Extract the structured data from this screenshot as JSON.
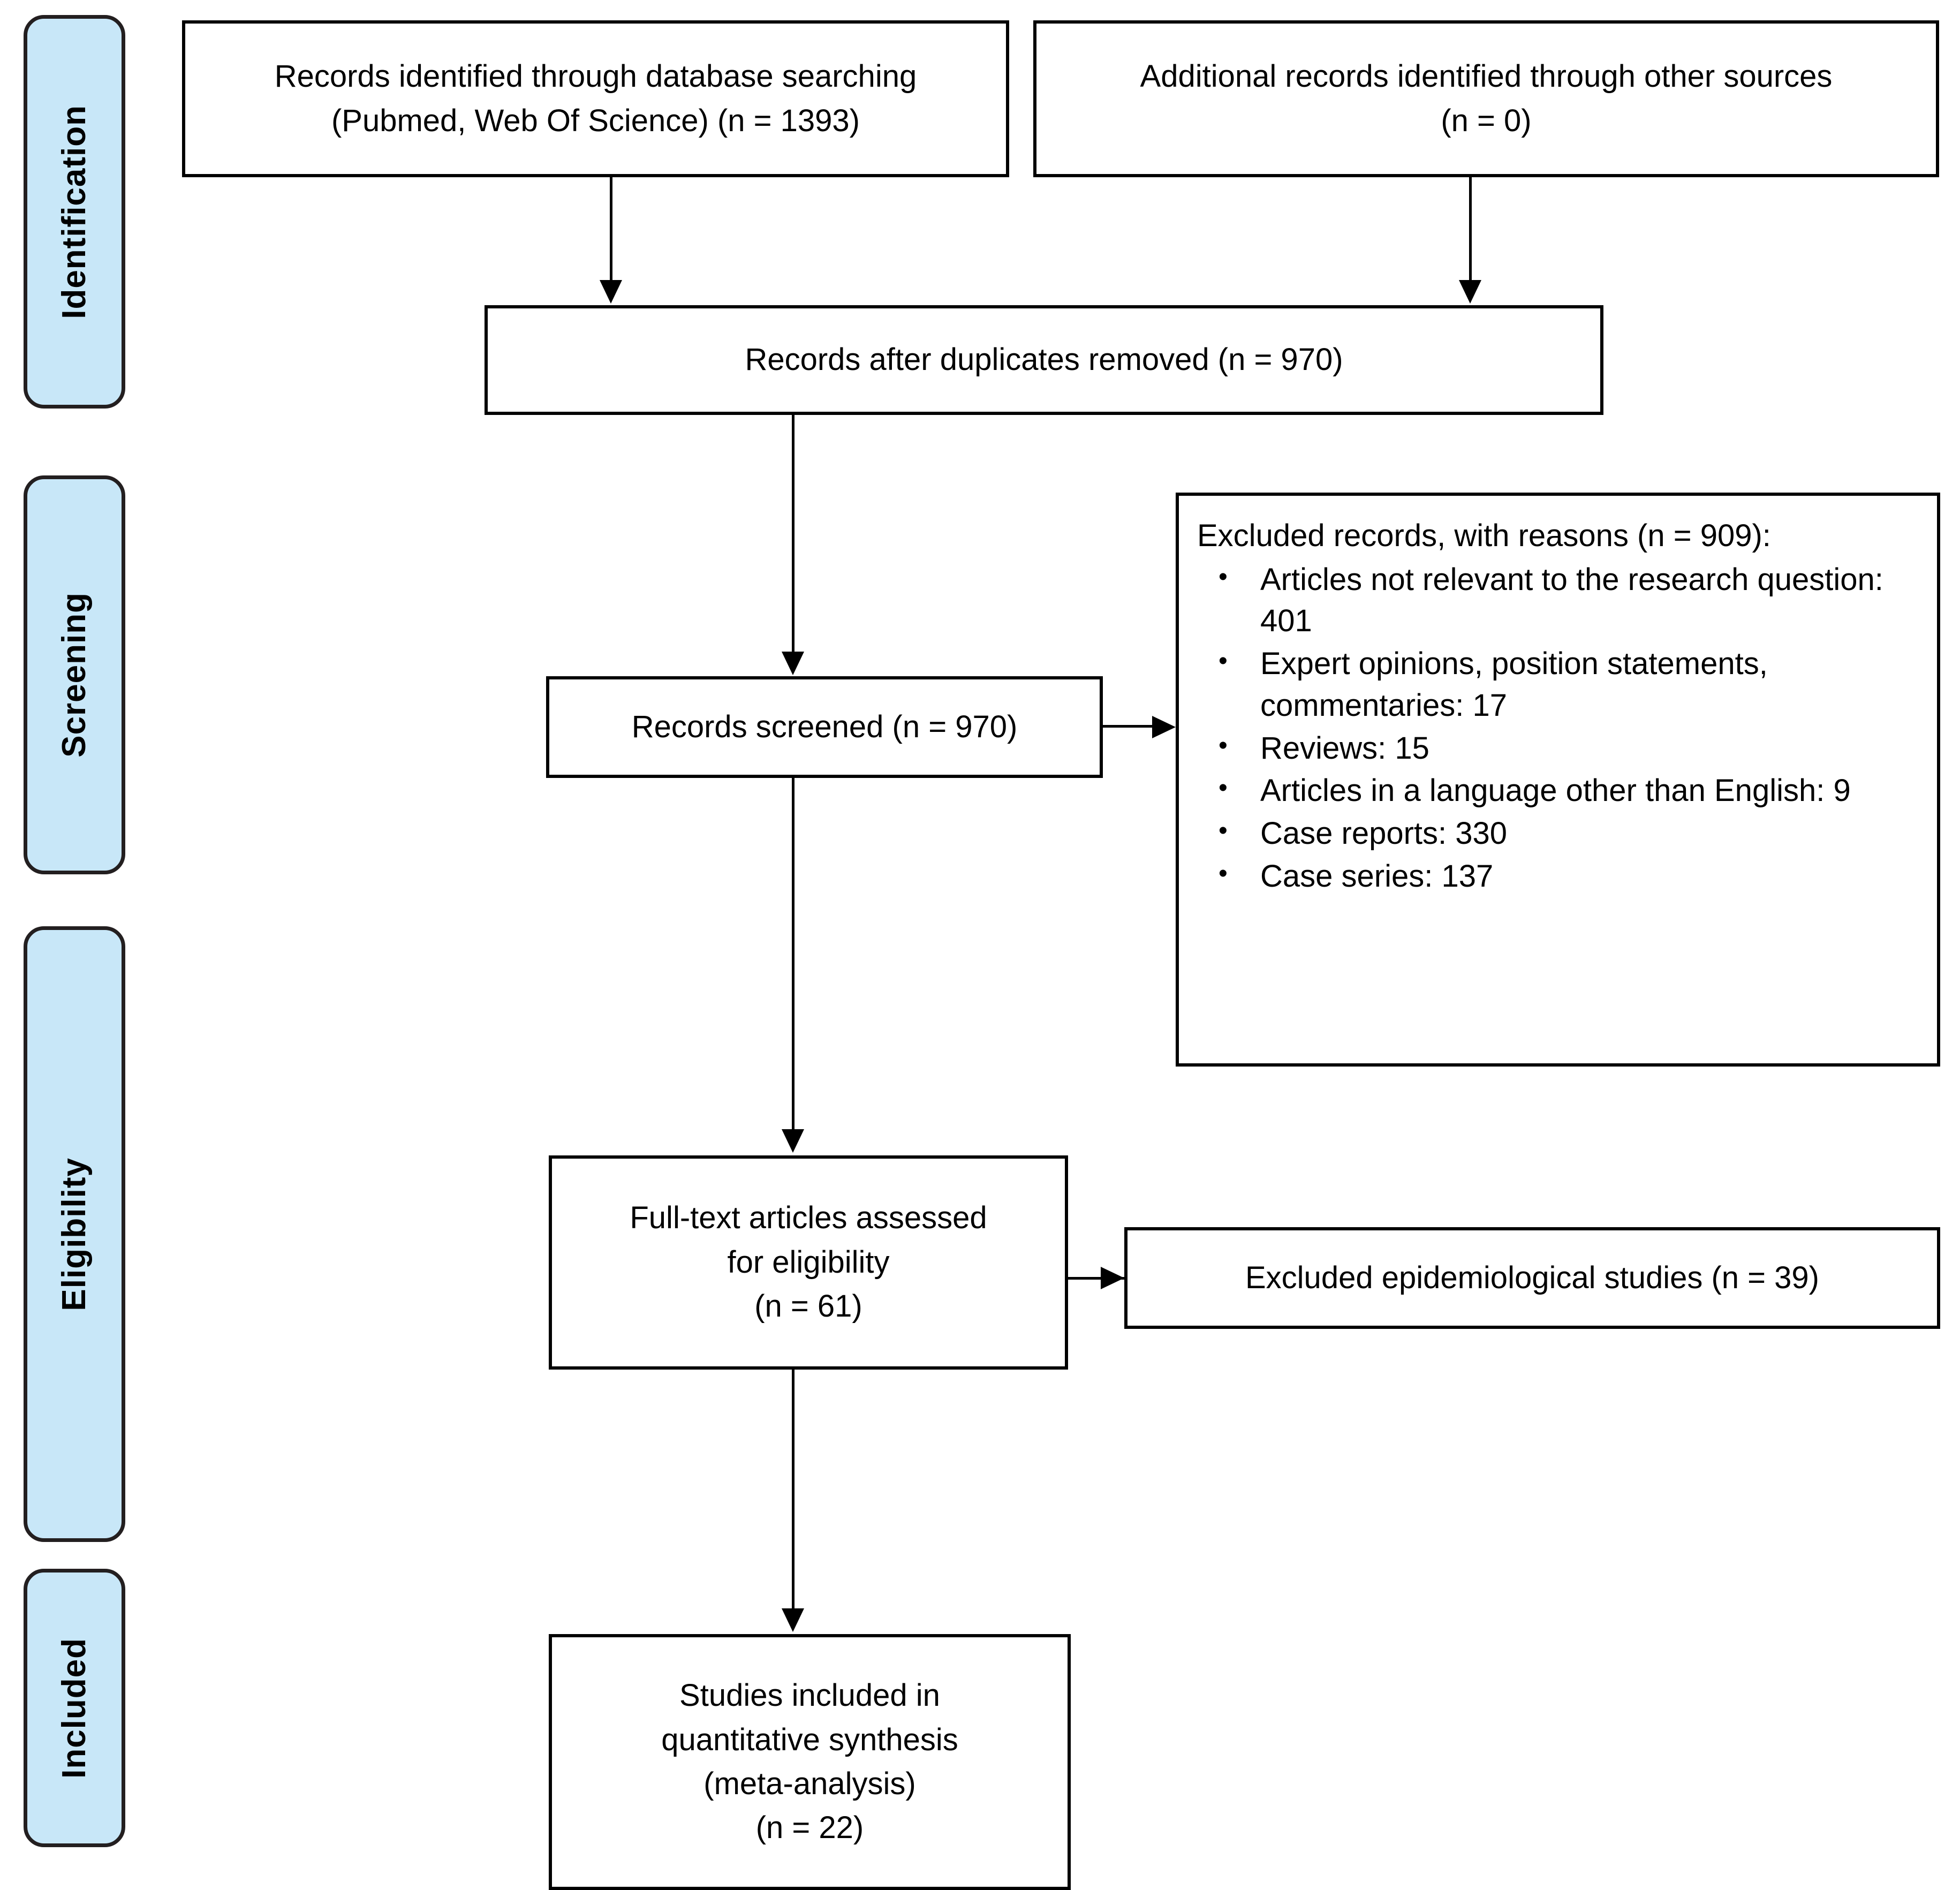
{
  "diagram": {
    "type": "prisma-flow-diagram",
    "phases": [
      {
        "id": "identification",
        "label": "Identification"
      },
      {
        "id": "screening",
        "label": "Screening"
      },
      {
        "id": "eligibility",
        "label": "Eligibility"
      },
      {
        "id": "included",
        "label": "Included"
      }
    ],
    "boxes": {
      "database_search": {
        "text": "Records identified through database searching\n(Pubmed, Web Of Science) (n = 1393)",
        "n": 1393
      },
      "other_sources": {
        "text": "Additional records identified through other sources\n(n = 0)",
        "n": 0
      },
      "duplicates_removed": {
        "text": "Records after duplicates removed (n = 970)",
        "n": 970
      },
      "records_screened": {
        "text": "Records screened (n = 970)",
        "n": 970
      },
      "excluded_records": {
        "title": "Excluded records, with reasons (n = 909):",
        "n": 909,
        "reasons": [
          {
            "label": "Articles not relevant to the research question: 401",
            "count": 401
          },
          {
            "label": "Expert opinions, position statements, commentaries: 17",
            "count": 17
          },
          {
            "label": "Reviews: 15",
            "count": 15
          },
          {
            "label": "Articles in a language other than English: 9",
            "count": 9
          },
          {
            "label": "Case reports: 330",
            "count": 330
          },
          {
            "label": "Case series: 137",
            "count": 137
          }
        ]
      },
      "fulltext_assessed": {
        "text": "Full-text articles assessed\nfor eligibility\n(n = 61)",
        "n": 61
      },
      "excluded_epidemiological": {
        "text": "Excluded epidemiological studies (n = 39)",
        "n": 39
      },
      "studies_included": {
        "text": "Studies included in\nquantitative synthesis\n(meta-analysis)\n(n = 22)",
        "n": 22
      }
    },
    "colors": {
      "phase_fill": "#c8e7f8",
      "phase_border": "#231f20",
      "box_border": "#000000",
      "text": "#000000",
      "background": "#ffffff"
    }
  }
}
